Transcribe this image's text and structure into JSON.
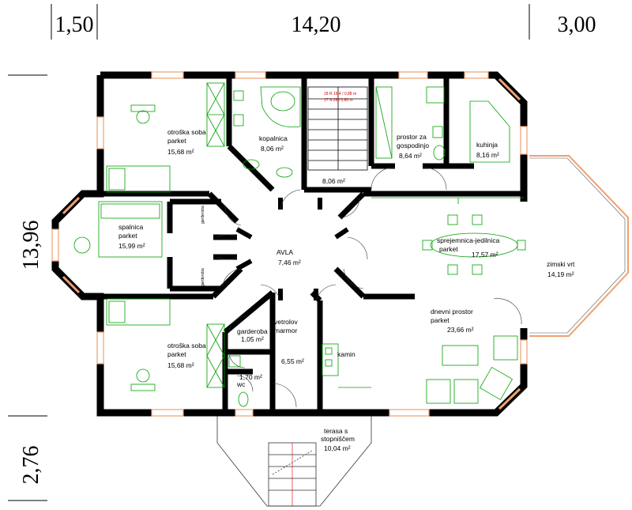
{
  "dimensions": {
    "top_left": "1,50",
    "top_middle": "14,20",
    "top_right": "3,00",
    "left_main": "13,96",
    "left_bottom": "2,76"
  },
  "rooms": {
    "otroska_top": {
      "name": "otroška soba",
      "floor": "parket",
      "area": "15,68 m²"
    },
    "kopalnica": {
      "name": "kopalnica",
      "area": "8,06 m²"
    },
    "stair_area": {
      "area": "8,06 m²"
    },
    "prostor": {
      "name1": "prostor za",
      "name2": "gospodinjo",
      "area": "8,64 m²"
    },
    "kuhinja": {
      "name": "kuhinja",
      "area": "8,16 m²"
    },
    "spalnica": {
      "name": "spalnica",
      "floor": "parket",
      "area": "15,99 m²"
    },
    "avla": {
      "name": "AVLA",
      "area": "7,46 m²"
    },
    "sprejemnica": {
      "name": "sprejemnica-jedilnica",
      "floor": "parket",
      "area": "17,57 m²"
    },
    "zimski": {
      "name": "zimski vrt",
      "area": "14,19 m²"
    },
    "dnevni": {
      "name": "dnevni prostor",
      "floor": "parket",
      "area": "23,66 m²"
    },
    "otroska_bottom": {
      "name": "otroška soba",
      "floor": "parket",
      "area": "15,68 m²"
    },
    "garderoba": {
      "name": "garderoba",
      "area": "1,05 m²"
    },
    "vetrolov": {
      "name": "vetrolov",
      "floor": "marmor",
      "area": "6,55 m²"
    },
    "kamin": {
      "name": "kamin"
    },
    "wc": {
      "area": "1,70 m²",
      "name": "wc"
    },
    "terasa": {
      "name1": "terasa s",
      "name2": "stopniščem",
      "area": "10,04 m²"
    }
  },
  "closet_labels": {
    "upper": "garderoba",
    "lower": "garderoba"
  },
  "stair_notes": {
    "top_line1": "18 R 16,4 / 0,88 m",
    "top_line2": "17 S 28 / 0,80 m"
  },
  "colors": {
    "wall": "#000000",
    "window": "#f0a070",
    "furniture": "#00a000",
    "dimension": "#000000"
  }
}
